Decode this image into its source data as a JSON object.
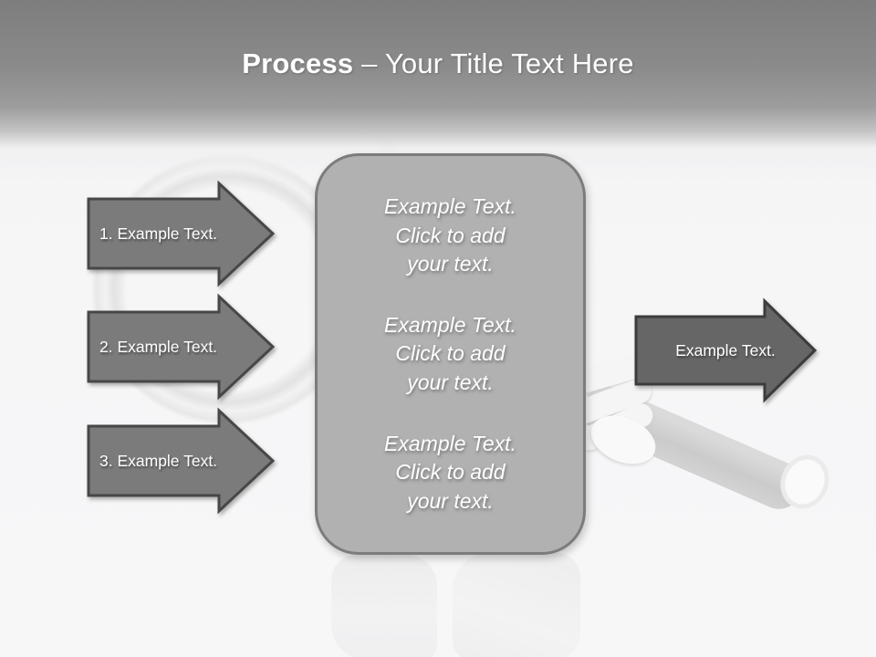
{
  "slide": {
    "title": {
      "emphasis": "Process",
      "separator": "–",
      "rest": "Your Title Text Here"
    },
    "left_arrows": [
      {
        "label": "1. Example Text."
      },
      {
        "label": "2. Example Text."
      },
      {
        "label": "3. Example Text."
      }
    ],
    "center_box": {
      "blocks": [
        "Example Text.\nClick  to add\nyour text.",
        "Example Text.\nClick  to add\nyour text.",
        "Example Text.\nClick  to add\nyour text."
      ]
    },
    "right_arrow": {
      "label": "Example Text."
    },
    "background": {
      "illustration": "figure-with-magnifying-glass"
    },
    "colors": {
      "header_gray": "#7d7d7d",
      "canvas": "#f6f6f7",
      "arrow_fill": "#7b7b7b",
      "arrow_border": "#474747",
      "right_arrow_fill": "#666666",
      "right_arrow_border": "#3c3c3c",
      "box_fill": "#b1b1b1",
      "box_border": "#7c7c7c",
      "text": "#ffffff"
    }
  }
}
